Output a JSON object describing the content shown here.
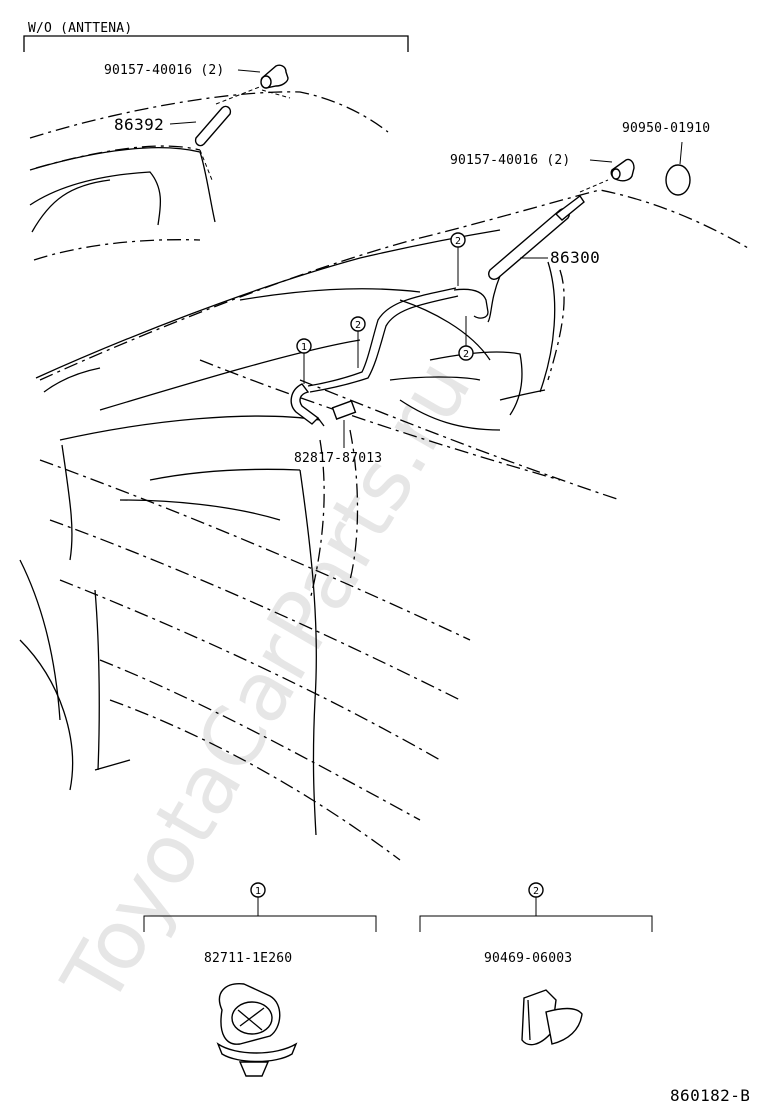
{
  "variant_label": "W/O  (ANTTENA)",
  "watermark": "ToyotaCarParts.ru",
  "drawing_number": "860182-B",
  "parts": {
    "bolt_left": "90157-40016 (2)",
    "pole_left": "86392",
    "bolt_right": "90157-40016 (2)",
    "cap": "90950-01910",
    "antenna_assy": "86300",
    "label_tag": "82817-87013"
  },
  "callouts": {
    "ref1": "1",
    "ref2": "2"
  },
  "detail_parts": [
    {
      "ref": "1",
      "number": "82711-1E260"
    },
    {
      "ref": "2",
      "number": "90469-06003"
    }
  ]
}
